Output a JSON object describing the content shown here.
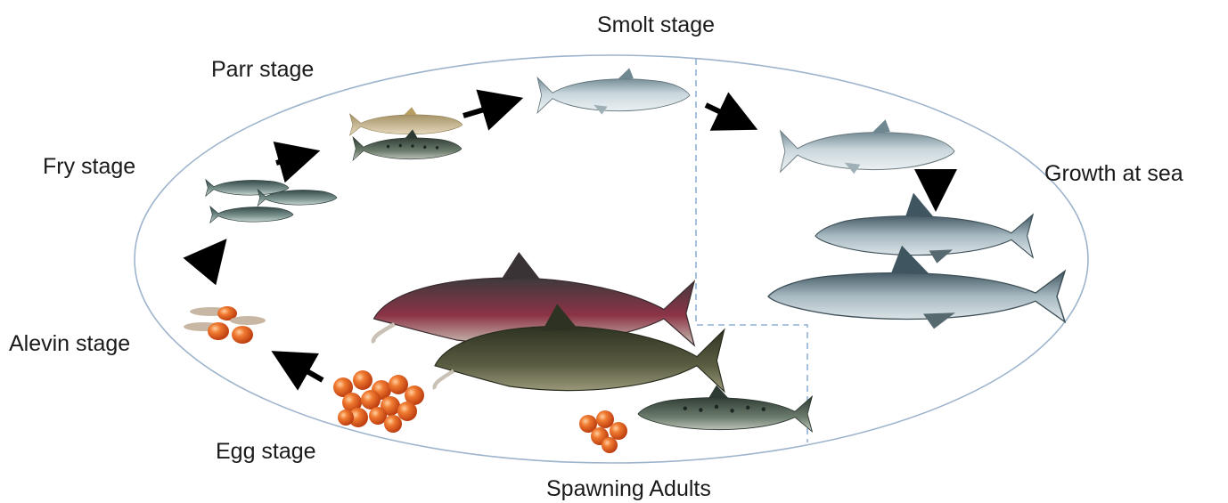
{
  "diagram": {
    "stages": {
      "smolt": "Smolt stage",
      "parr": "Parr stage",
      "fry": "Fry stage",
      "growth": "Growth at sea",
      "alevin": "Alevin stage",
      "egg": "Egg stage",
      "spawning": "Spawning Adults"
    },
    "colors": {
      "ellipse": "#9db4cc",
      "divider": "#8fb1d6",
      "arrow": "#000000",
      "egg": "#e2541a",
      "salmon_silver": "#b9c8d0",
      "salmon_red": "#6a2b3a",
      "salmon_dark": "#4d5038"
    }
  }
}
